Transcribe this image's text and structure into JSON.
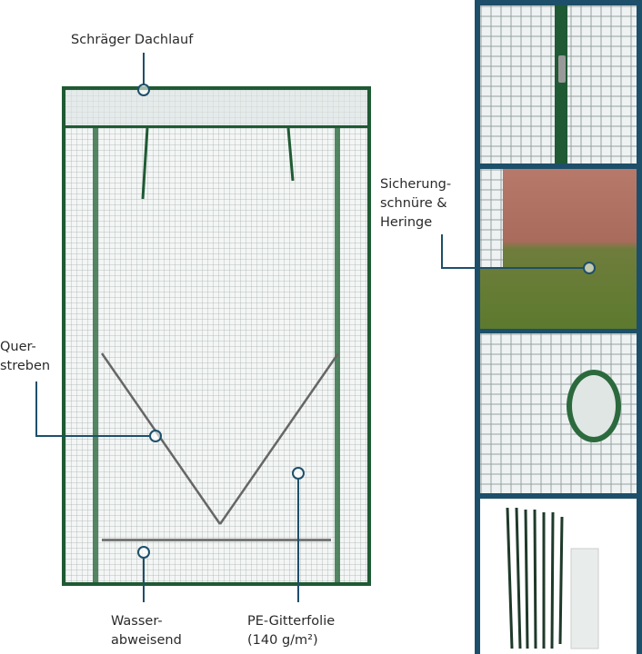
{
  "callouts": {
    "roof": "Schräger Dachlauf",
    "struts": [
      "Quer-",
      "streben"
    ],
    "ropes": [
      "Sicherung-",
      "schnüre &",
      "Heringe"
    ],
    "water": [
      "Wasser-",
      "abweisend"
    ],
    "film": [
      "PE-Gitterfolie",
      "(140 g/m²)"
    ]
  },
  "colors": {
    "accent": "#1d4f6a",
    "frame": "#1f5a34"
  }
}
